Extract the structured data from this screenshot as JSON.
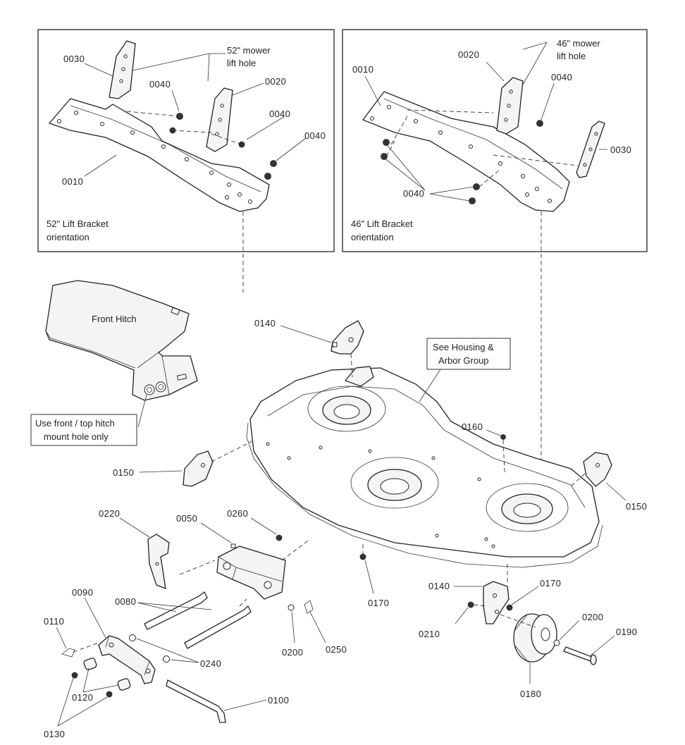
{
  "labels": {
    "l52_0030": "0030",
    "l52_0040a": "0040",
    "l52_0020": "0020",
    "l52_0040b": "0040",
    "l52_0040c": "0040",
    "l52_0010": "0010",
    "l46_0010": "0010",
    "l46_0020": "0020",
    "l46_0040a": "0040",
    "l46_0030": "0030",
    "l46_0040b": "0040",
    "p0140a": "0140",
    "p0160": "0160",
    "p0150a": "0150",
    "p0150b": "0150",
    "p0220": "0220",
    "p0050": "0050",
    "p0260": "0260",
    "p0090": "0090",
    "p0080": "0080",
    "p0110": "0110",
    "p0240": "0240",
    "p0200a": "0200",
    "p0250": "0250",
    "p0170a": "0170",
    "p0140b": "0140",
    "p0170b": "0170",
    "p0210": "0210",
    "p0200b": "0200",
    "p0190": "0190",
    "p0180": "0180",
    "p0120": "0120",
    "p0100": "0100",
    "p0130": "0130"
  },
  "notes": {
    "lift52_line1": "52\" mower",
    "lift52_line2": "lift hole",
    "lift46_line1": "46\" mower",
    "lift46_line2": "lift hole",
    "bracket52_line1": "52\" Lift Bracket",
    "bracket52_line2": "orientation",
    "bracket46_line1": "46\" Lift Bracket",
    "bracket46_line2": "orientation",
    "front_hitch": "Front Hitch",
    "see_housing_line1": "See Housing &",
    "see_housing_line2": "Arbor Group",
    "use_front_line1": "Use front / top hitch",
    "use_front_line2": "mount hole only"
  }
}
